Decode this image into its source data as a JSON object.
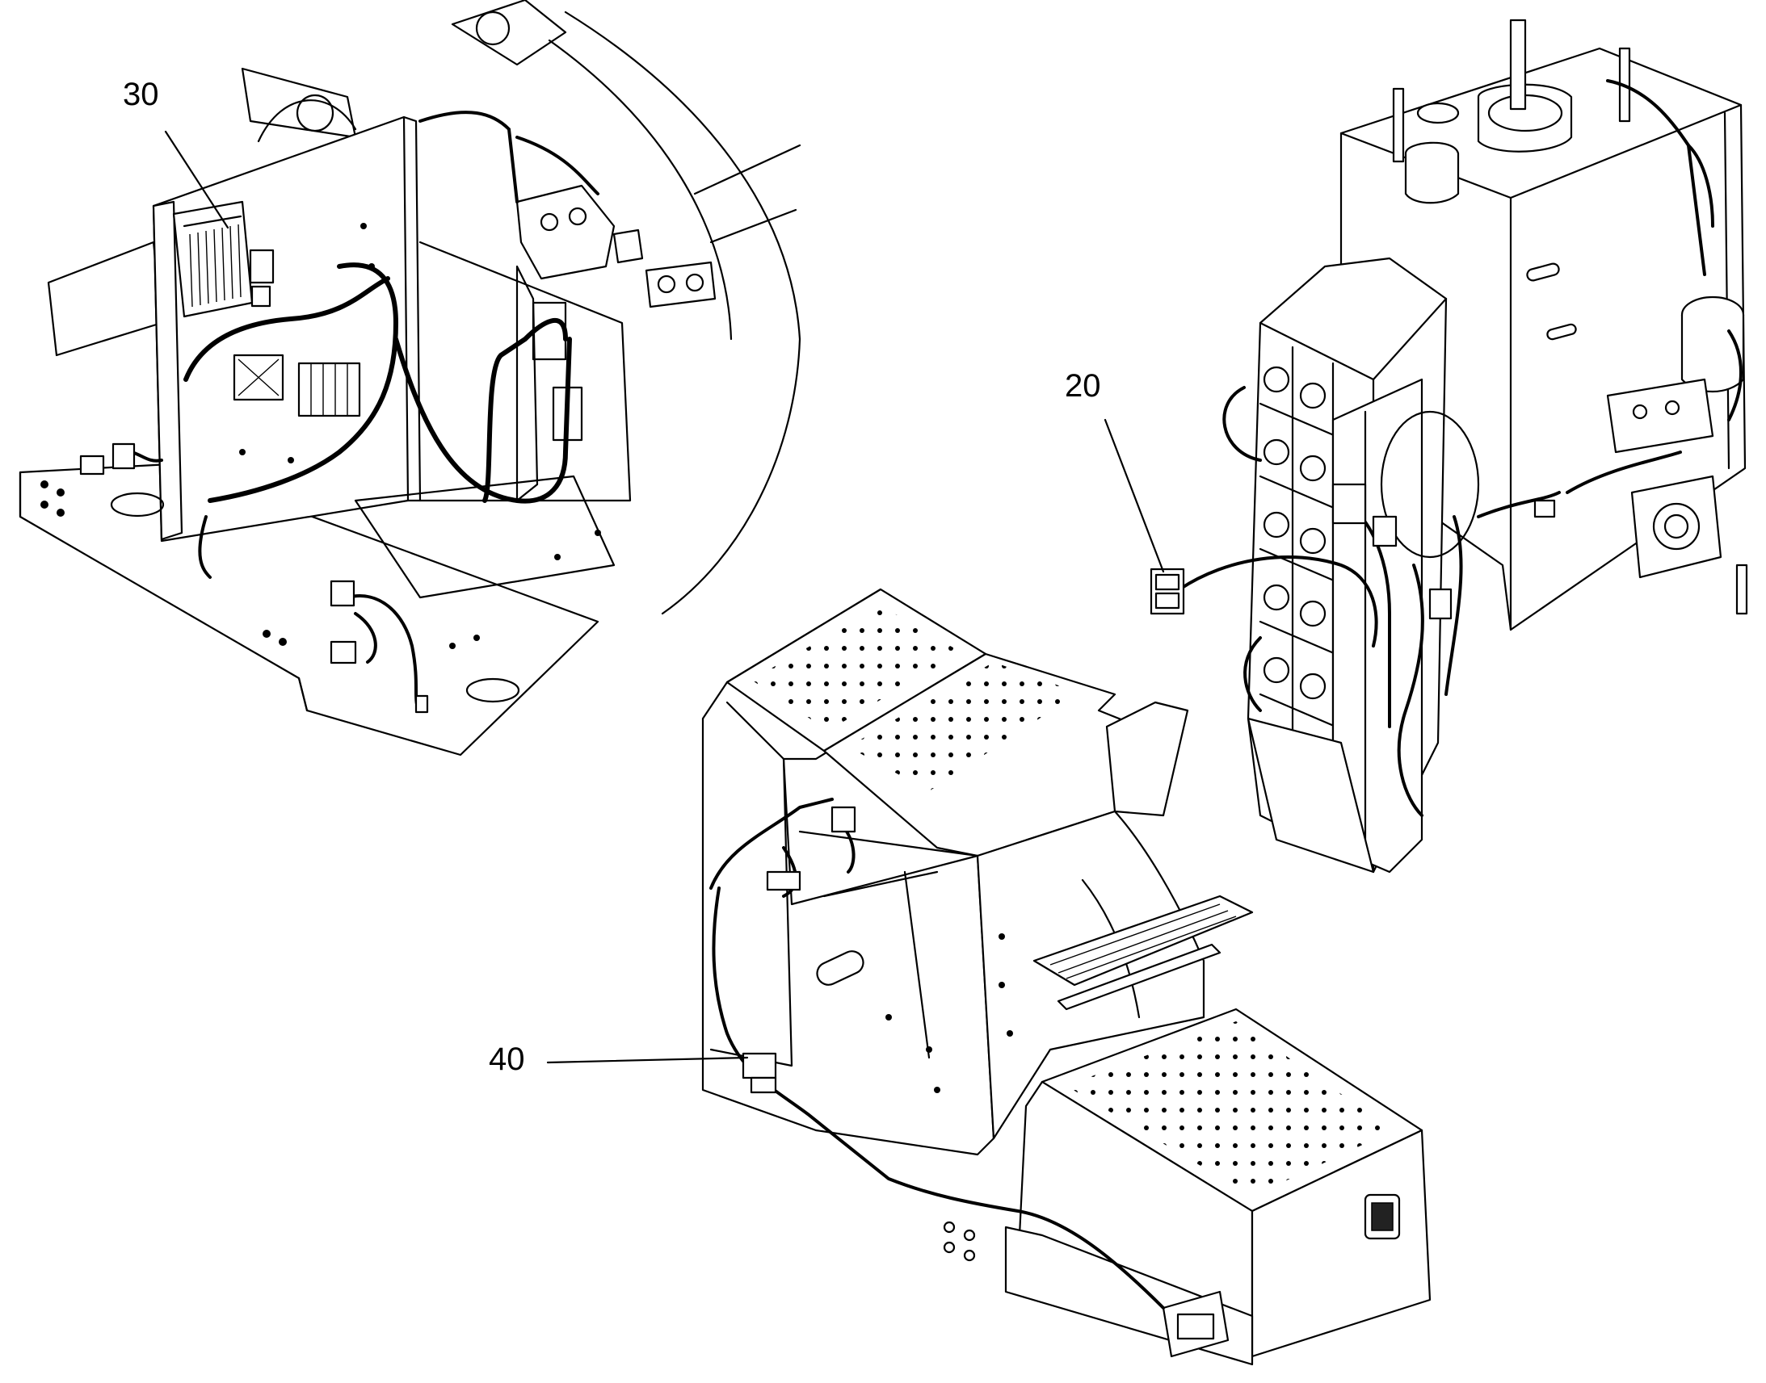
{
  "callouts": [
    {
      "id": "30",
      "label": "30"
    },
    {
      "id": "20",
      "label": "20"
    },
    {
      "id": "40",
      "label": "40"
    }
  ],
  "colors": {
    "line": "#000000",
    "background": "#ffffff"
  }
}
